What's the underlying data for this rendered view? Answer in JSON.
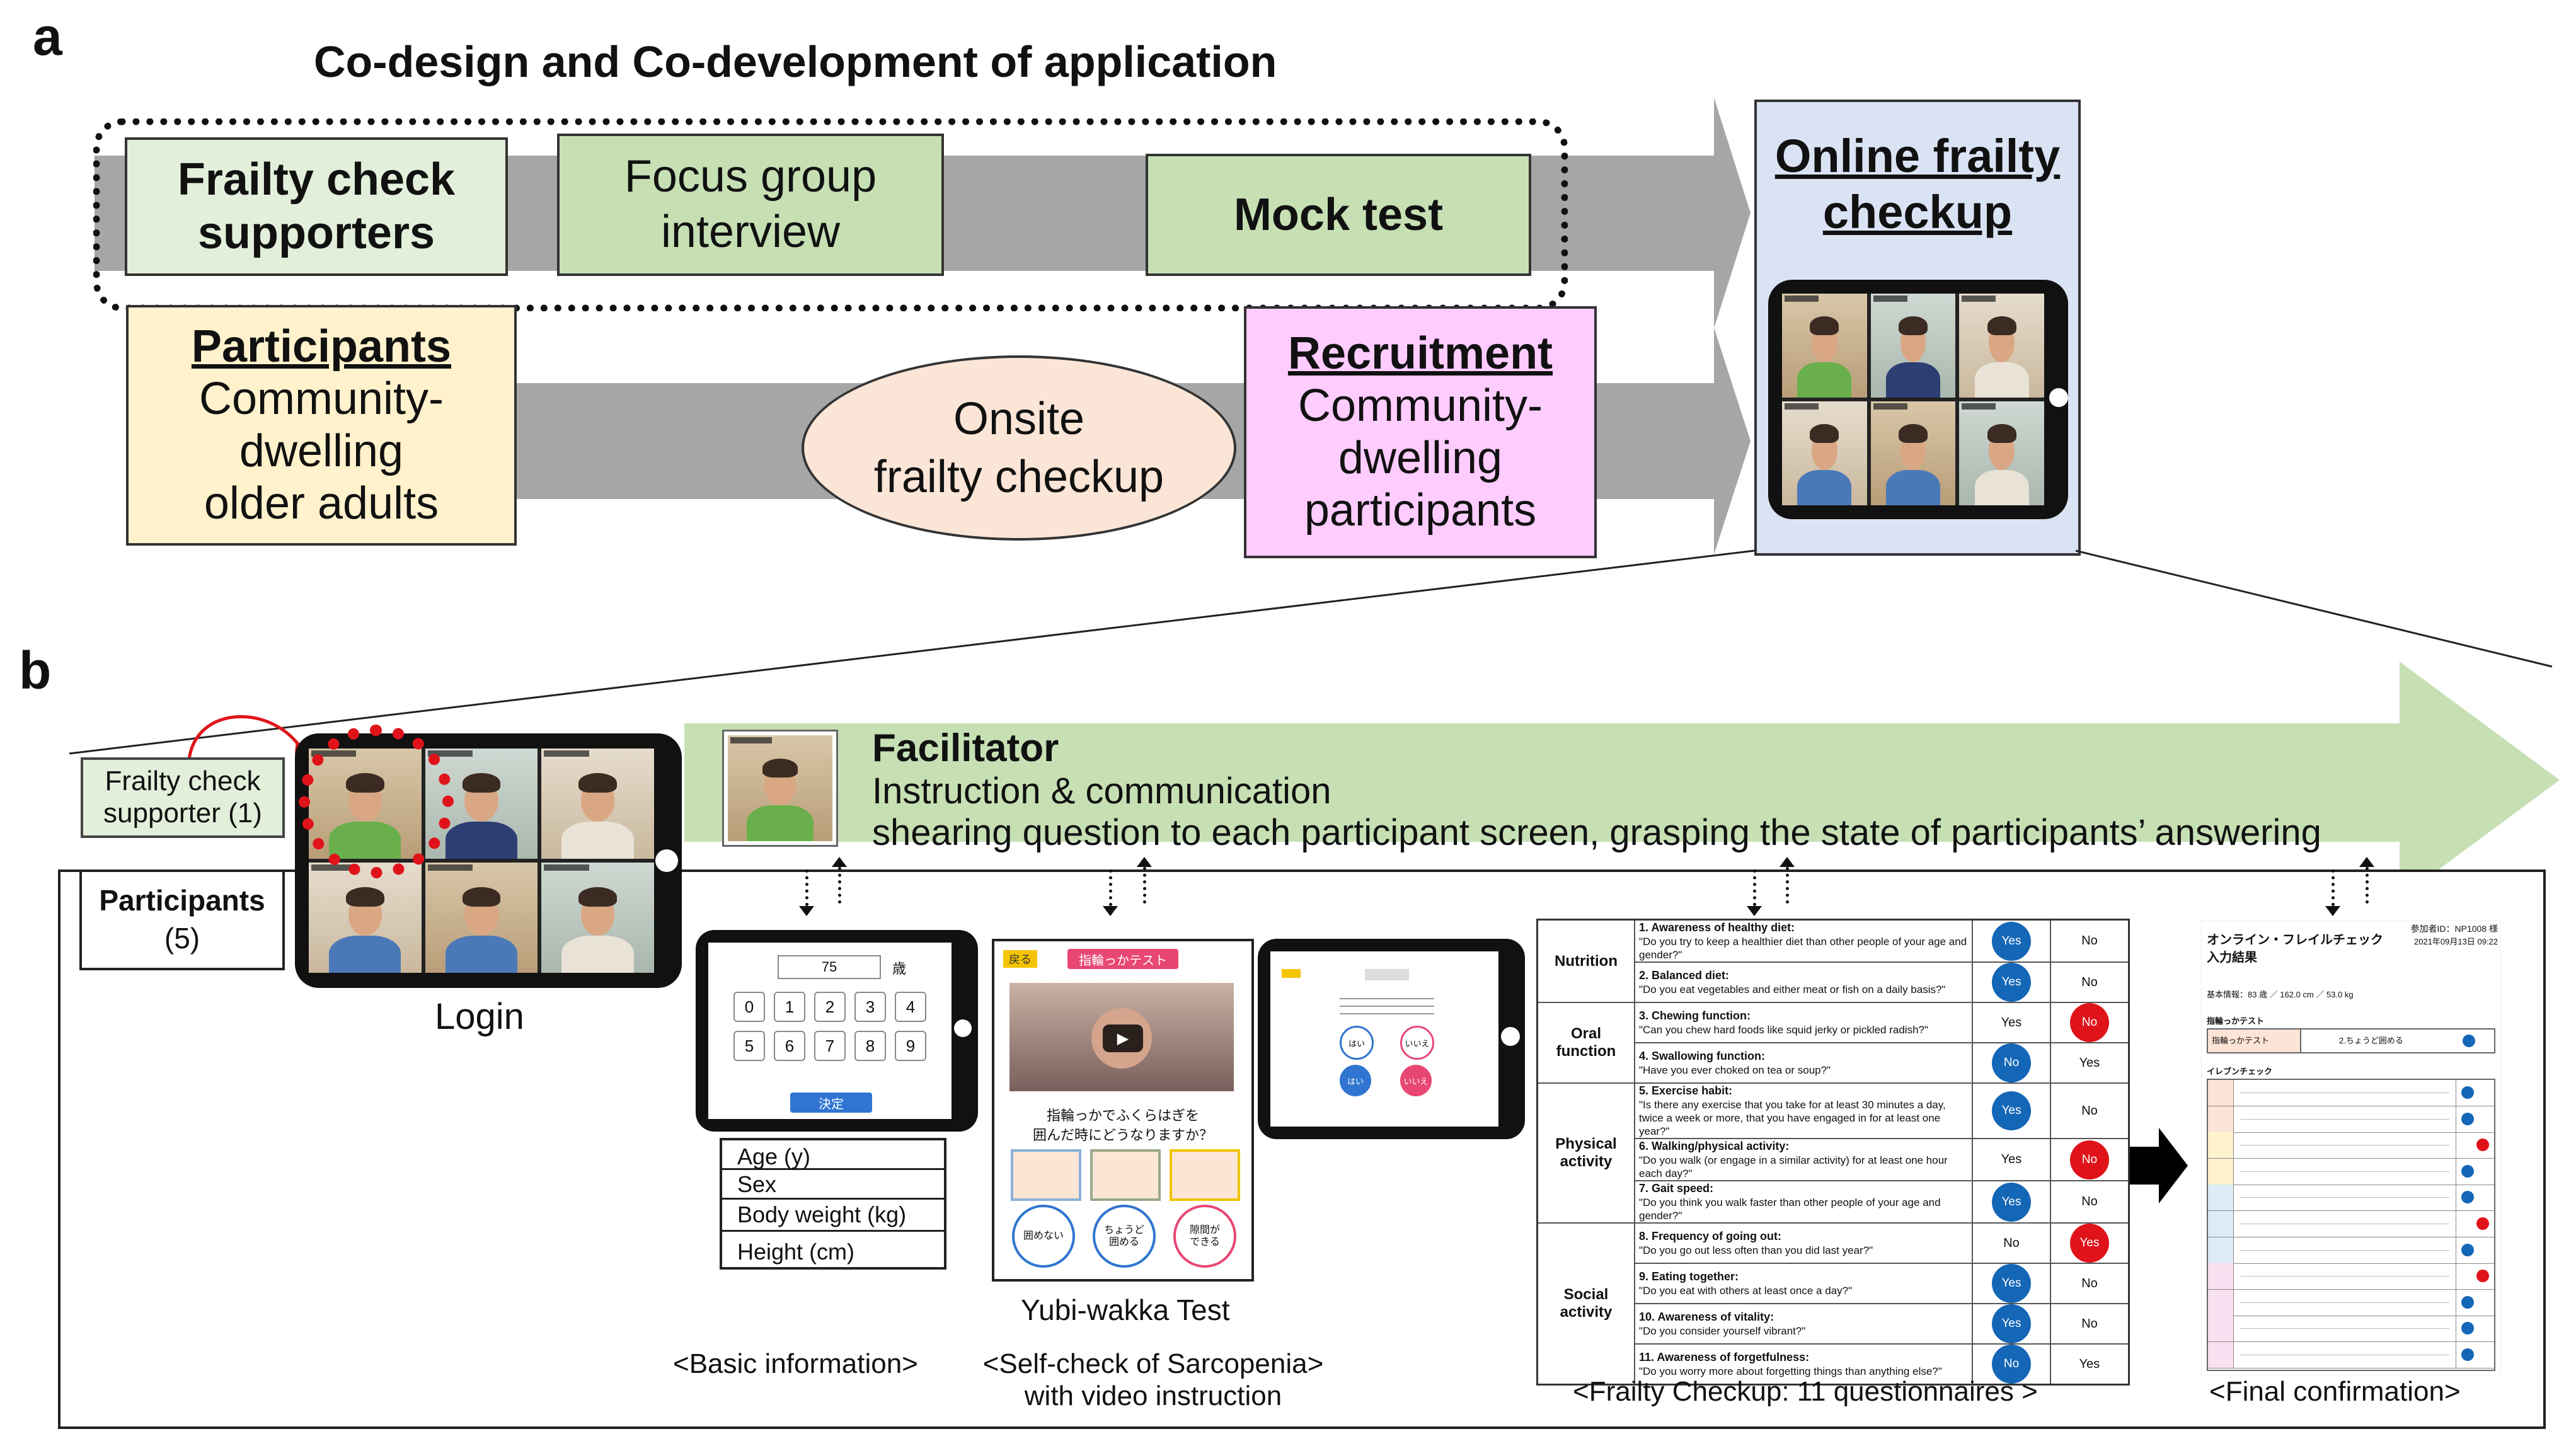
{
  "panel_a": {
    "label": "a",
    "title": "Co-design and Co-development of application",
    "frailty_check_supporters": "Frailty check\nsupporters",
    "focus_group": "Focus group\ninterview",
    "mock_test": "Mock test",
    "participants_title": "Participants",
    "participants_desc": "Community-\ndwelling\nolder adults",
    "onsite": "Onsite\nfrailty checkup",
    "recruitment_title": "Recruitment",
    "recruitment_desc": "Community-\ndwelling\nparticipants",
    "online_title": "Online frailty\ncheckup"
  },
  "panel_b": {
    "label": "b",
    "supporter_label": "Frailty check\nsupporter (1)",
    "participants_label": "Participants",
    "participants_count": "(5)",
    "login": "Login",
    "facilitator_title": "Facilitator",
    "facilitator_line1": "Instruction & communication",
    "facilitator_line2": "shearing question to each participant screen, grasping the state of participants’ answering",
    "keypad_value": "75",
    "keypad_unit": "歳",
    "keypad_keys": [
      "0",
      "1",
      "2",
      "3",
      "4",
      "5",
      "6",
      "7",
      "8",
      "9"
    ],
    "keypad_submit": "決定",
    "basic_fields": [
      "Age (y)",
      "Sex",
      "Body weight (kg)",
      "Height (cm)"
    ],
    "yubi_back": "戻る",
    "yubi_title": "指輪っかテスト",
    "yubi_question": "指輪っかでふくらはぎを\n囲んだ時にどうなりますか？",
    "yubi_options": [
      "囲めない",
      "ちょうど\n囲める",
      "隙間が\nできる"
    ],
    "yubi_caption": "Yubi-wakka Test",
    "tablet3_yes": "はい",
    "tablet3_no": "いいえ",
    "cap_basic": "<Basic information>",
    "cap_sarcopenia": "<Self-check of Sarcopenia>\nwith video instruction",
    "cap_frailty": "<Frailty Checkup: 11 questionnaires >",
    "cap_final": "<Final confirmation>",
    "questions": [
      {
        "cat": "Nutrition",
        "title": "1. Awareness of healthy diet:",
        "text": "\"Do you try to keep a healthier diet than other people of your age and gender?\"",
        "yes": "Yes",
        "no": "No",
        "sel": "yes"
      },
      {
        "cat": "",
        "title": "2. Balanced diet:",
        "text": "\"Do you eat vegetables and either meat or fish on a daily basis?\"",
        "yes": "Yes",
        "no": "No",
        "sel": "yes"
      },
      {
        "cat": "Oral function",
        "title": "3. Chewing function:",
        "text": "\"Can you chew hard foods like squid jerky or pickled radish?\"",
        "yes": "Yes",
        "no": "No",
        "sel": "no"
      },
      {
        "cat": "",
        "title": "4. Swallowing function:",
        "text": "\"Have you ever choked on tea or soup?\"",
        "yes": "No",
        "no": "Yes",
        "sel": "yes"
      },
      {
        "cat": "Physical activity",
        "title": "5. Exercise habit:",
        "text": "\"Is there any exercise that you take for at least 30 minutes a day, twice a week or more, that you have engaged in for at least one year?\"",
        "yes": "Yes",
        "no": "No",
        "sel": "yes"
      },
      {
        "cat": "",
        "title": "6. Walking/physical activity:",
        "text": "\"Do you walk (or engage in a similar activity) for at least one hour each day?\"",
        "yes": "Yes",
        "no": "No",
        "sel": "no"
      },
      {
        "cat": "",
        "title": "7. Gait speed:",
        "text": "\"Do you think you walk faster than other people of your age and gender?\"",
        "yes": "Yes",
        "no": "No",
        "sel": "yes"
      },
      {
        "cat": "Social activity",
        "title": "8. Frequency of going out:",
        "text": "\"Do you go out less often than you did last year?\"",
        "yes": "No",
        "no": "Yes",
        "sel": "no"
      },
      {
        "cat": "",
        "title": "9. Eating together:",
        "text": "\"Do you eat with others at least once a day?\"",
        "yes": "Yes",
        "no": "No",
        "sel": "yes"
      },
      {
        "cat": "",
        "title": "10. Awareness of vitality:",
        "text": "\"Do you consider yourself vibrant?\"",
        "yes": "Yes",
        "no": "No",
        "sel": "yes"
      },
      {
        "cat": "",
        "title": "11. Awareness of forgetfulness:",
        "text": "\"Do you worry more about forgetting things than anything else?\"",
        "yes": "No",
        "no": "Yes",
        "sel": "yes"
      }
    ],
    "final": {
      "title": "オンライン・フレイルチェック\n入力結果",
      "id": "参加者ID：NP1008 様",
      "date": "2021年09月13日 09:22",
      "basic": "基本情報：83 歳 ／ 162.0 cm ／ 53.0 kg",
      "yubi_head": "指輪っかテスト",
      "yubi_cell1": "指輪っかテスト",
      "yubi_cell2": "2.ちょうど囲める",
      "eleven_head": "イレブンチェック"
    }
  }
}
